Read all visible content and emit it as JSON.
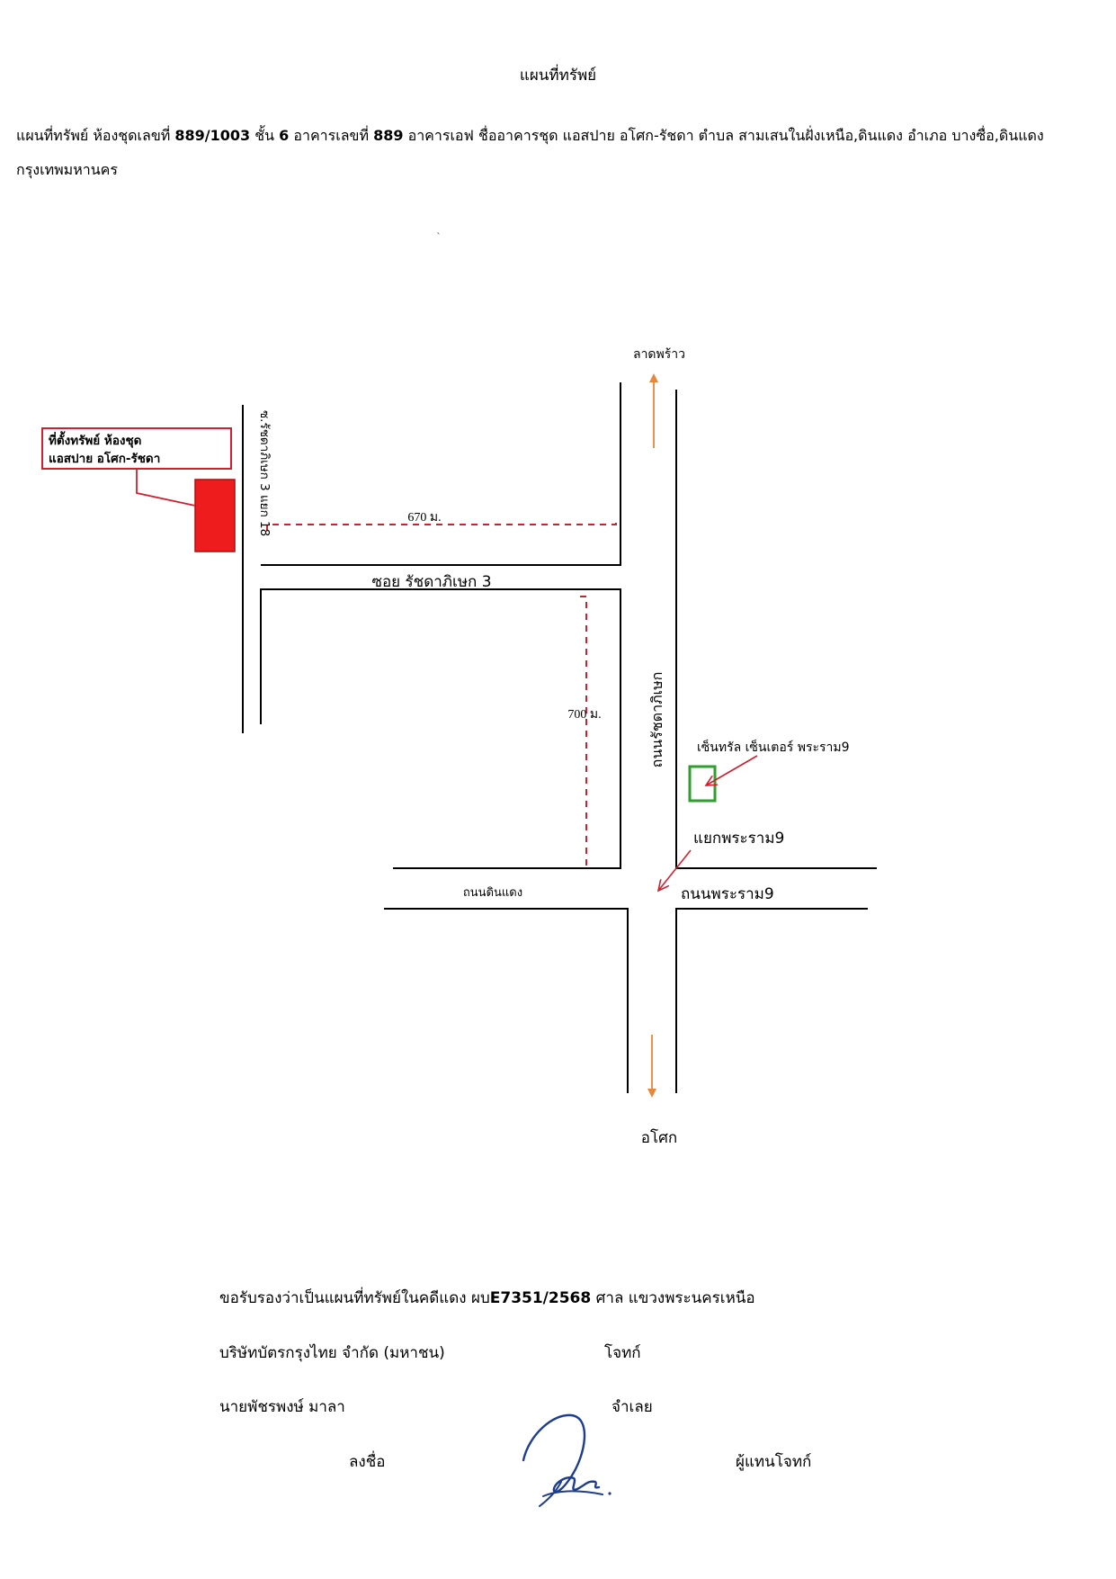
{
  "document": {
    "title": "แผนที่ทรัพย์",
    "desc_prefix": "แผนที่ทรัพย์ ห้องชุดเลขที่ ",
    "unit_no": "889/1003",
    "desc_mid1": "  ชั้น ",
    "floor": "6",
    "desc_mid2": " อาคารเลขที่ ",
    "building_no": "889",
    "desc_rest": " อาคารเอฟ  ชื่ออาคารชุด แอสปาย อโศก-รัชดา  ตำบล สามเสนในฝั่งเหนือ,ดินแดง อำเภอ บางซื่อ,ดินแดง กรุงเทพมหานคร"
  },
  "map": {
    "north_label": "ลาดพร้าว",
    "south_label": "อโศก",
    "property_label_line1": "ที่ตั้งทรัพย์ ห้องชุด",
    "property_label_line2": "แอสปาย อโศก-รัชดา",
    "soi_side_label": "ซ.รัชดาภิเษก 3 แยก 18",
    "soi_main_label": "ซอย รัชดาภิเษก 3",
    "distance_horizontal": "670 ม.",
    "distance_vertical": "700 ม.",
    "main_road_label": "ถนนรัชดาภิเษก",
    "landmark_label": "เซ็นทรัล เซ็นเตอร์ พระราม9",
    "junction_label": "แยกพระราม9",
    "road_left_label": "ถนนดินแดง",
    "road_right_label": "ถนนพระราม9",
    "colors": {
      "property": "#ee1c1c",
      "landmark": "#2e9e2e",
      "arrow": "#e8873a",
      "dashed": "#d01f2f",
      "pointer": "#d01f2f"
    }
  },
  "certification": {
    "line1_prefix": "ขอรับรองว่าเป็นแผนที่ทรัพย์ในคดีแดง  ผบ",
    "case_no": "E7351/2568",
    "line1_suffix": "   ศาล  แขวงพระนครเหนือ",
    "plaintiff_name": "บริษัทบัตรกรุงไทย จำกัด (มหาชน)",
    "plaintiff_role": "โจทก์",
    "defendant_name": "นายพัชรพงษ์ มาลา",
    "defendant_role": "จำเลย",
    "sign_label": "ลงชื่อ",
    "signer_role": "ผู้แทนโจทก์"
  }
}
